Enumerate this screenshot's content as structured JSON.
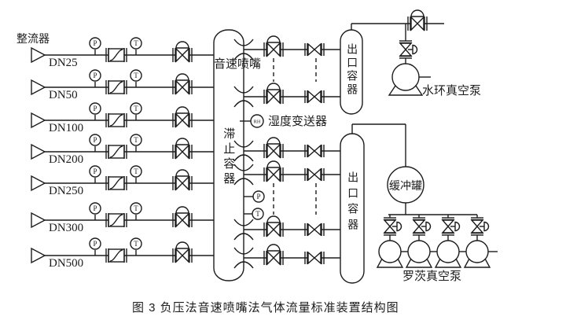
{
  "figure_caption": "图 3  负压法音速喷嘴法气体流量标准装置结构图",
  "labels": {
    "rectifier": "整流器",
    "sonic_nozzle": "音速喷嘴",
    "stagnation_vessel": "滞止容器",
    "humidity_transmitter": "湿度变送器",
    "outlet_vessel_top": "出口容器",
    "outlet_vessel_bottom": "出口容器",
    "water_ring_vacuum_pump": "水环真空泵",
    "buffer_tank": "缓冲罐",
    "roots_vacuum_pump": "罗茨真空泵"
  },
  "gauges": {
    "pressure": "P",
    "temperature": "T",
    "humidity": "RH"
  },
  "dn_sizes": [
    "DN25",
    "DN50",
    "DN100",
    "DN200",
    "DN250",
    "DN300",
    "DN500"
  ],
  "colors": {
    "ink": "#1c1c1c",
    "background": "#ffffff"
  }
}
